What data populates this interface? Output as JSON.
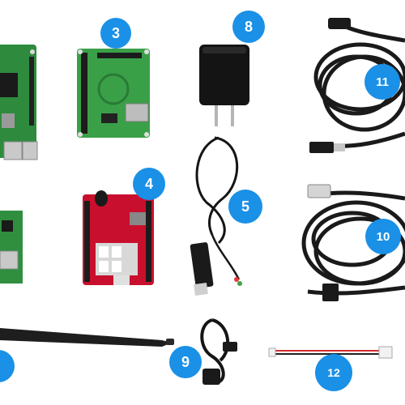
{
  "colors": {
    "badge": "#1a90e6",
    "pcb_green": "#2f9e44",
    "pcb_red": "#c8102e",
    "cable": "#1c1c1c",
    "adapter": "#111111"
  },
  "badges": [
    {
      "id": "badge-3",
      "label": "3"
    },
    {
      "id": "badge-8",
      "label": "8"
    },
    {
      "id": "badge-11",
      "label": "11"
    },
    {
      "id": "badge-4",
      "label": "4"
    },
    {
      "id": "badge-5",
      "label": "5"
    },
    {
      "id": "badge-10",
      "label": "10"
    },
    {
      "id": "badge-9",
      "label": "9"
    },
    {
      "id": "badge-12",
      "label": "12"
    }
  ]
}
